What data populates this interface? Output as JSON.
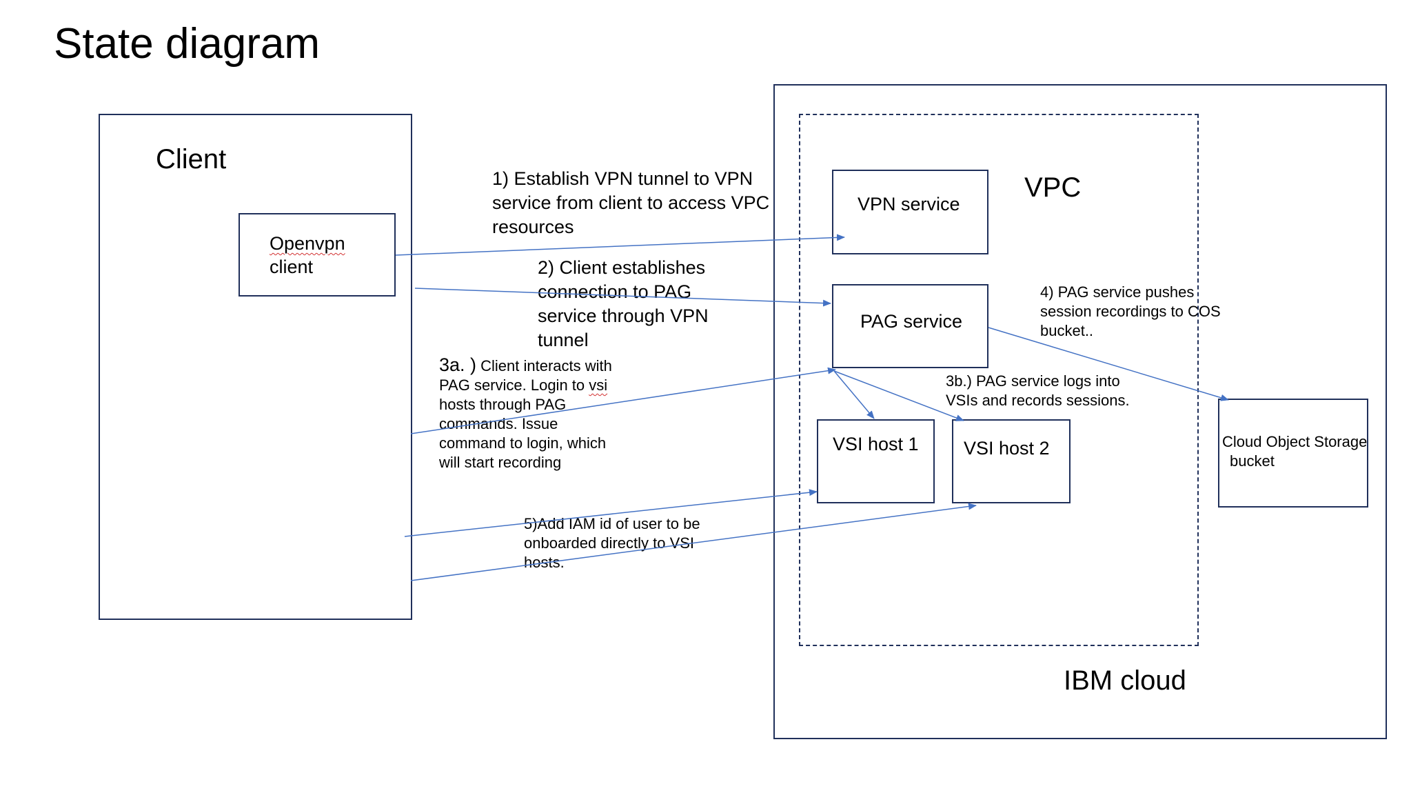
{
  "title": "State diagram",
  "colors": {
    "box_border": "#1f2f5a",
    "arrow": "#4472c4",
    "text": "#000000",
    "spellcheck": "#d23030"
  },
  "client": {
    "label": "Client",
    "openvpn": {
      "line1": "Openvpn",
      "line2": "client"
    }
  },
  "cloud": {
    "label": "IBM cloud",
    "vpc": {
      "label": "VPC"
    },
    "vpn_service": "VPN service",
    "pag_service": "PAG service",
    "vsi_host_1": "VSI host 1",
    "vsi_host_2": "VSI host 2",
    "cos": {
      "line1": "Cloud Object Storage",
      "line2": "bucket"
    }
  },
  "steps": {
    "step1": [
      "1) Establish VPN tunnel to VPN",
      "service from client to access VPC",
      "resources"
    ],
    "step2": [
      "2) Client establishes",
      "connection to PAG",
      "service through VPN",
      "tunnel"
    ],
    "step3a": {
      "prefix": "3a. )",
      "lines": [
        " Client interacts with",
        "PAG service. Login to ",
        "vsi",
        "hosts through PAG",
        "commands. Issue",
        "command to login, which",
        "will start recording"
      ]
    },
    "step3b": [
      "3b.) PAG service logs into",
      "VSIs and records sessions."
    ],
    "step4": [
      "4) PAG service pushes",
      "session recordings to COS",
      "bucket.."
    ],
    "step5": [
      "5)Add IAM id of user to be",
      "onboarded directly to VSI",
      "hosts."
    ]
  }
}
